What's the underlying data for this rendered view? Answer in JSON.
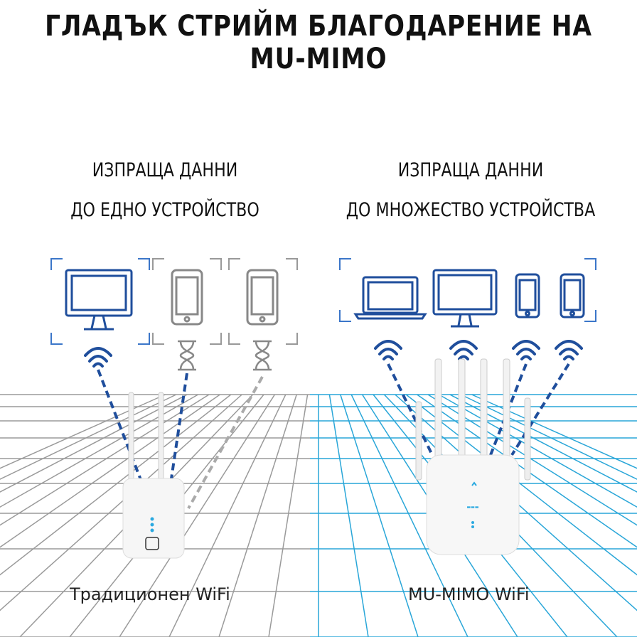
{
  "title": "ГЛАДЪК СТРИЙМ БЛАГОДАРЕНИЕ НА MU-MIMO",
  "left": {
    "heading_line1": "ИЗПРАЩА ДАННИ",
    "heading_line2": "ДО ЕДНО УСТРОЙСТВО",
    "caption": "Традиционен WiFi",
    "devices": [
      "monitor-icon",
      "phone-icon",
      "phone-icon"
    ],
    "waiting_devices": 2
  },
  "right": {
    "heading_line1": "ИЗПРАЩА ДАННИ",
    "heading_line2": "ДО МНОЖЕСТВО УСТРОЙСТВА",
    "caption": "MU-MIMO WiFi",
    "devices": [
      "laptop-icon",
      "monitor-icon",
      "phone-icon",
      "phone-icon"
    ]
  },
  "colors": {
    "accent": "#1f4e9c",
    "grid_left": "#9a9a9a",
    "grid_right": "#29a6d8",
    "led": "#2aa9e0"
  }
}
